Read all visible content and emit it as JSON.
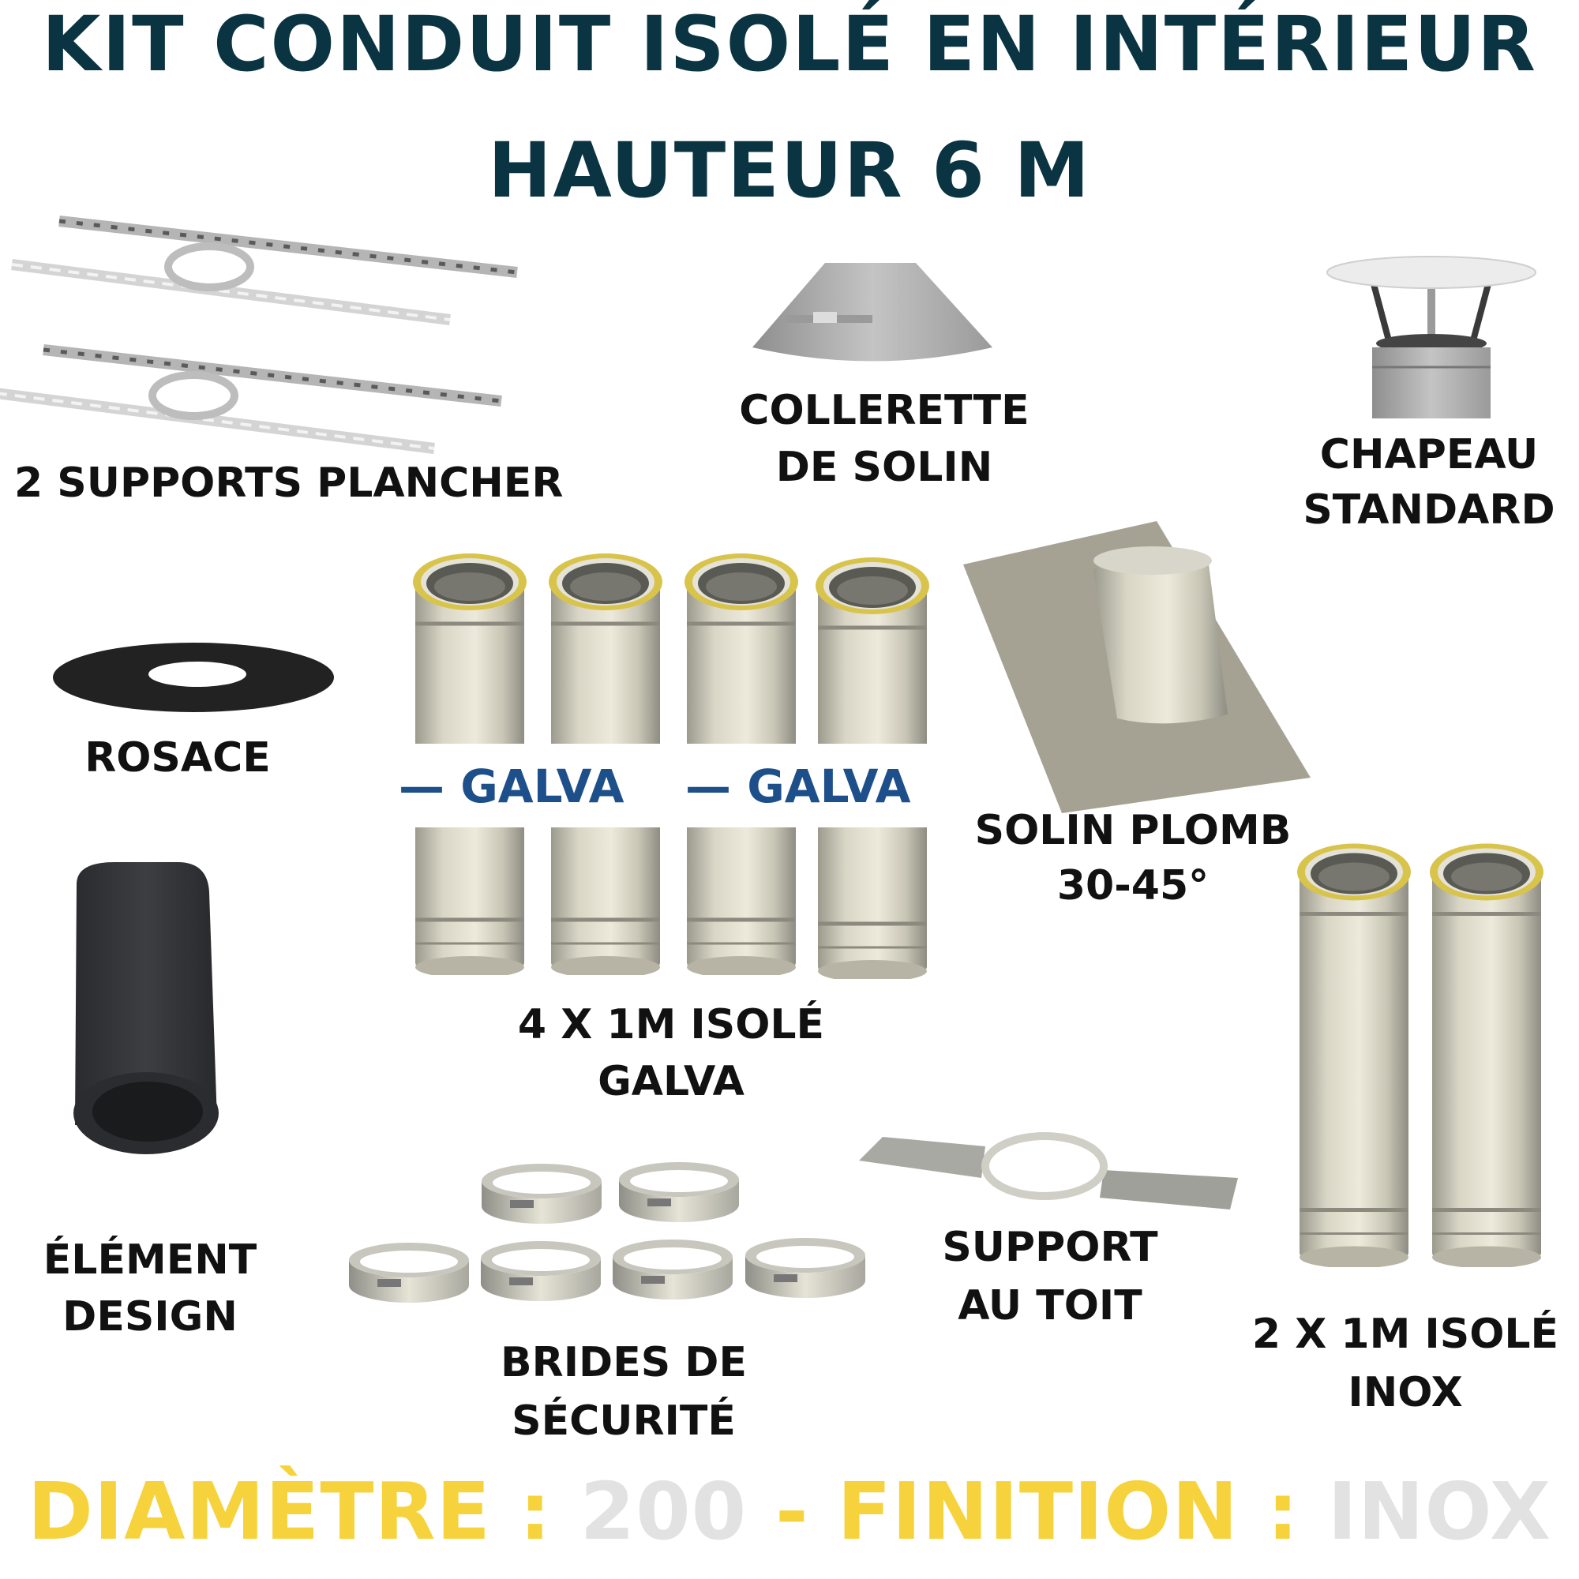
{
  "header": {
    "title_line1": "KIT CONDUIT ISOLÉ EN INTÉRIEUR",
    "title_line2": "HAUTEUR 6 M",
    "title_color": "#0b3442"
  },
  "components": {
    "supports_plancher": {
      "label": "2 SUPPORTS PLANCHER",
      "icon": "floor-support-bracket"
    },
    "collerette": {
      "label_line1": "COLLERETTE",
      "label_line2": "DE SOLIN",
      "icon": "storm-collar-cone"
    },
    "chapeau": {
      "label_line1": "CHAPEAU",
      "label_line2": "STANDARD",
      "icon": "chimney-cap"
    },
    "rosace": {
      "label": "ROSACE",
      "icon": "black-rosette-ring"
    },
    "galva_pipes": {
      "label_line1": "4 X 1M ISOLÉ",
      "label_line2": "GALVA",
      "overlay_text_1": "— GALVA",
      "overlay_text_2": "— GALVA",
      "overlay_color": "#1d4f8a",
      "count": 4,
      "icon": "insulated-pipe"
    },
    "solin": {
      "label_line1": "SOLIN PLOMB",
      "label_line2": "30-45°",
      "icon": "roof-flashing"
    },
    "element_design": {
      "label_line1": "ÉLÉMENT",
      "label_line2": "DESIGN",
      "icon": "black-stove-pipe"
    },
    "brides": {
      "label_line1": "BRIDES DE",
      "label_line2": "SÉCURITÉ",
      "count": 6,
      "icon": "locking-band"
    },
    "support_toit": {
      "label_line1": "SUPPORT",
      "label_line2": "AU TOIT",
      "icon": "roof-support-bracket"
    },
    "inox_pipes": {
      "label_line1": "2 X 1M ISOLÉ",
      "label_line2": "INOX",
      "count": 2,
      "icon": "insulated-pipe"
    }
  },
  "footer": {
    "diametre_label": "DIAMÈTRE :",
    "diametre_value": "200",
    "separator": "-",
    "finition_label": "FINITION :",
    "finition_value": "INOX",
    "label_color": "#f6d33c",
    "value_color": "#e2e2e2"
  }
}
